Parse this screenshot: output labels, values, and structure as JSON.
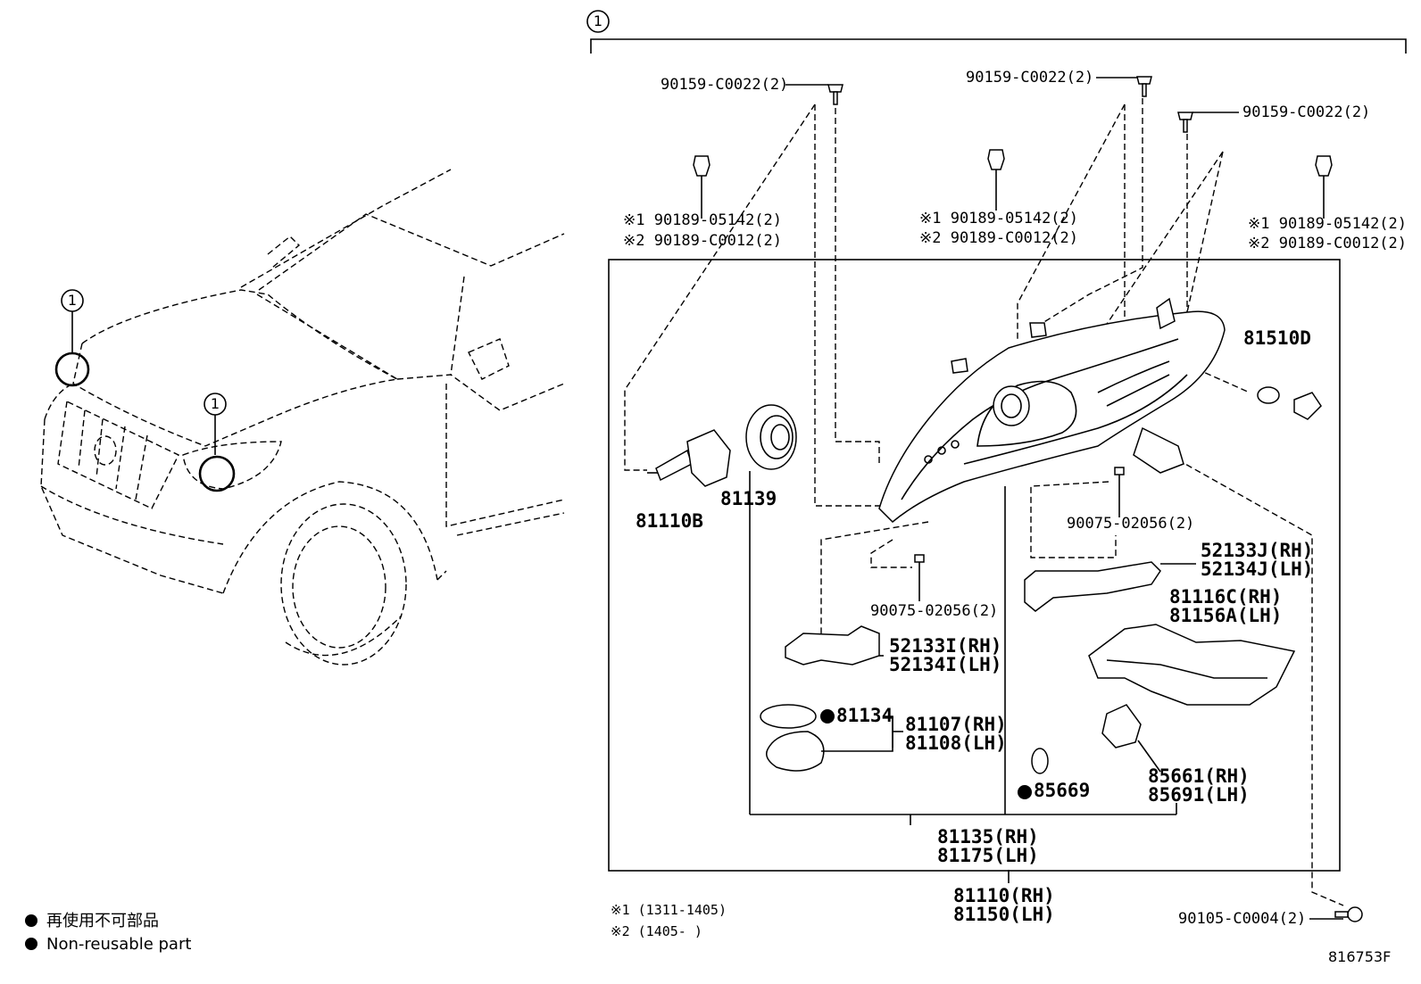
{
  "callout": "1",
  "labels": {
    "bolt_top_left": "90159-C0022(2)",
    "bolt_top_mid": "90159-C0022(2)",
    "bolt_top_right": "90159-C0022(2)",
    "clip_left_1": "※1 90189-05142(2)",
    "clip_left_2": "※2 90189-C0012(2)",
    "clip_mid_1": "※1 90189-05142(2)",
    "clip_mid_2": "※2 90189-C0012(2)",
    "clip_right_1": "※1 90189-05142(2)",
    "clip_right_2": "※2 90189-C0012(2)",
    "bulb": "81110B",
    "cap": "81139",
    "side_bulb": "81510D",
    "screw_right": "90075-02056(2)",
    "screw_left": "90075-02056(2)",
    "bracket_upper_rh": "52133J(RH)",
    "bracket_upper_lh": "52134J(LH)",
    "bracket_lower_rh": "52133I(RH)",
    "bracket_lower_lh": "52134I(LH)",
    "housing_rh": "81116C(RH)",
    "housing_lh": "81156A(LH)",
    "ballast_ring": "81134",
    "ballast_rh": "81107(RH)",
    "ballast_lh": "81108(LH)",
    "oring": "85669",
    "actuator_rh": "85661(RH)",
    "actuator_lh": "85691(LH)",
    "unit_rh": "81135(RH)",
    "unit_lh": "81175(LH)",
    "assy_rh": "81110(RH)",
    "assy_lh": "81150(LH)",
    "bolt_bottom": "90105-C0004(2)"
  },
  "notes": {
    "n1": "※1 (1311-1405)",
    "n2": "※2 (1405-      )"
  },
  "legend": {
    "jp": "再使用不可部品",
    "en": "Non-reusable part"
  },
  "catalog_number": "816753F"
}
